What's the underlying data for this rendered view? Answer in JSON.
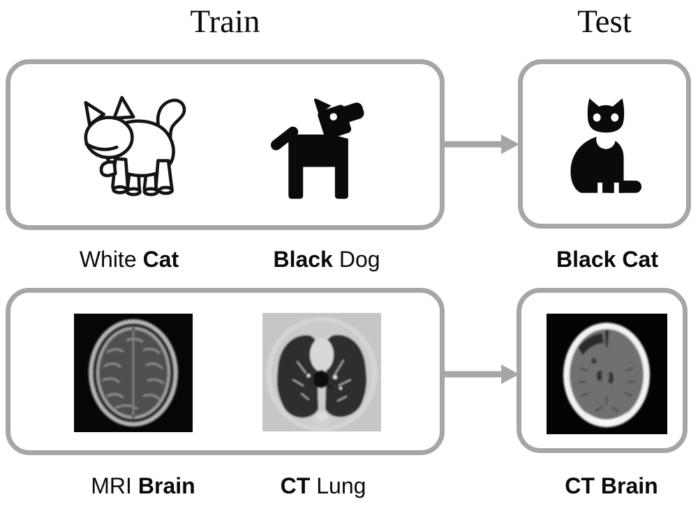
{
  "header": {
    "train_title": "Train",
    "test_title": "Test"
  },
  "train_animals": {
    "items": [
      {
        "icon": "white-cat-icon",
        "word1": "White",
        "word2": "Cat",
        "bold_word": "word2"
      },
      {
        "icon": "black-dog-icon",
        "word1": "Black",
        "word2": "Dog",
        "bold_word": "word1"
      }
    ]
  },
  "test_animals": {
    "icon": "black-cat-icon",
    "word1": "Black",
    "word2": "Cat",
    "bold_word": "both"
  },
  "train_medical": {
    "items": [
      {
        "icon": "mri-brain-image",
        "word1": "MRI",
        "word2": "Brain",
        "bold_word": "word2"
      },
      {
        "icon": "ct-lung-image",
        "word1": "CT",
        "word2": "Lung",
        "bold_word": "word1"
      }
    ]
  },
  "test_medical": {
    "icon": "ct-brain-image",
    "word1": "CT",
    "word2": "Brain",
    "bold_word": "both"
  },
  "arrows": [
    {
      "icon": "right-arrow-icon"
    },
    {
      "icon": "right-arrow-icon"
    }
  ],
  "colors": {
    "box_border": "#a6a6a6",
    "arrow": "#a6a6a6",
    "text": "#0a0a0a",
    "background": "#ffffff",
    "icon_black": "#0a0a0a"
  }
}
